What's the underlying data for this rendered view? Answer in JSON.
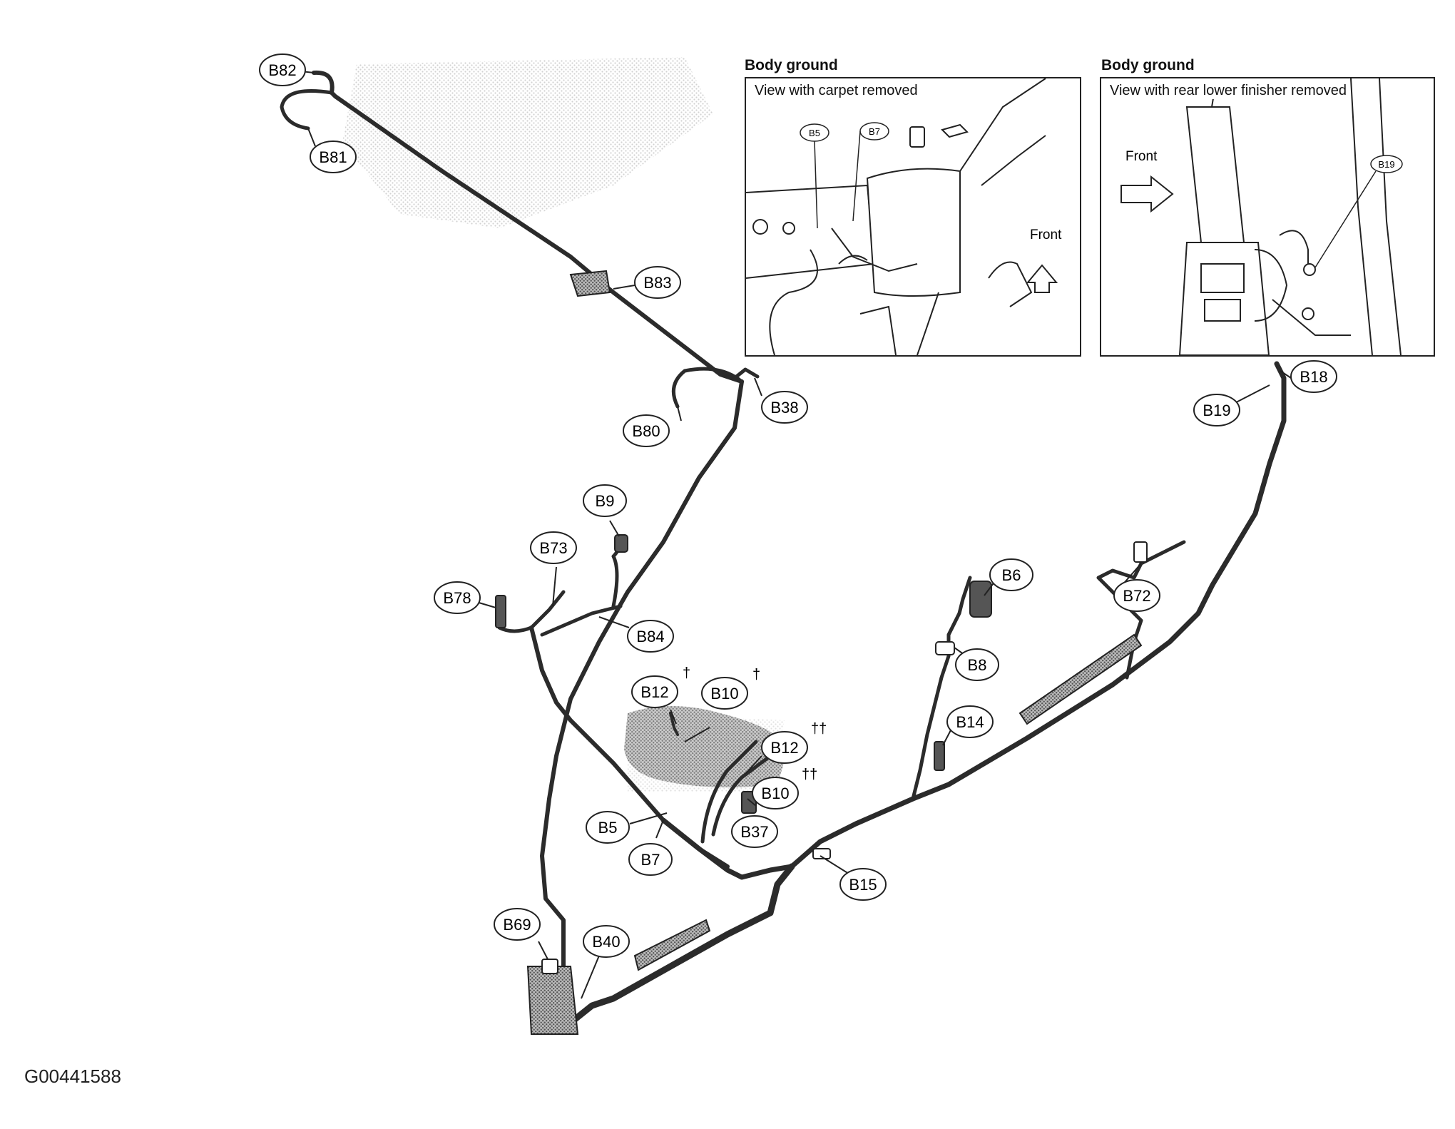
{
  "figure_id": "G00441588",
  "insets": [
    {
      "title": "Body ground",
      "caption": "View with carpet removed",
      "connectors": [
        "B5",
        "B7"
      ],
      "arrow_label": "Front"
    },
    {
      "title": "Body ground",
      "caption": "View with rear lower finisher removed",
      "connectors": [
        "B19"
      ],
      "arrow_label": "Front"
    }
  ],
  "connectors": [
    {
      "id": "B82"
    },
    {
      "id": "B81"
    },
    {
      "id": "B83"
    },
    {
      "id": "B38"
    },
    {
      "id": "B80"
    },
    {
      "id": "B9"
    },
    {
      "id": "B73"
    },
    {
      "id": "B78"
    },
    {
      "id": "B84"
    },
    {
      "id": "B12",
      "mark": "†"
    },
    {
      "id": "B10",
      "mark": "†"
    },
    {
      "id": "B12",
      "mark": "††"
    },
    {
      "id": "B10",
      "mark": "††"
    },
    {
      "id": "B5"
    },
    {
      "id": "B7"
    },
    {
      "id": "B37"
    },
    {
      "id": "B15"
    },
    {
      "id": "B69"
    },
    {
      "id": "B40"
    },
    {
      "id": "B6"
    },
    {
      "id": "B8"
    },
    {
      "id": "B14"
    },
    {
      "id": "B72"
    },
    {
      "id": "B18"
    },
    {
      "id": "B19"
    }
  ]
}
